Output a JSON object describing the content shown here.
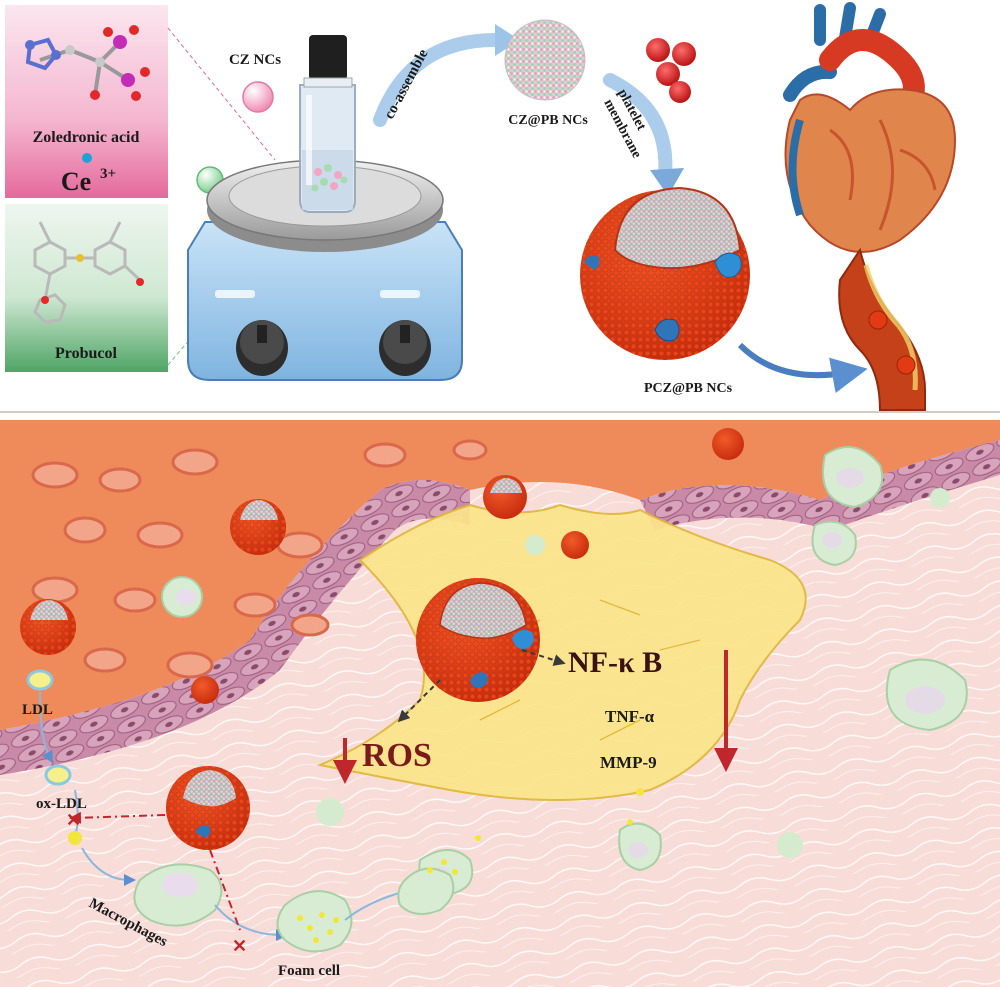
{
  "top_panel": {
    "compound_1": "Zoledronic acid",
    "ion_symbol": "Ce",
    "ion_charge": "3+",
    "compound_2": "Probucol",
    "cz_label": "CZ NCs",
    "step_1": "co-assemble",
    "czpb_label": "CZ@PB NCs",
    "step_2_line1": "platelet",
    "step_2_line2": "membrane",
    "pczpb_label": "PCZ@PB NCs"
  },
  "bottom_panel": {
    "ldl": "LDL",
    "ox_ldl": "ox-LDL",
    "macrophages": "Macrophages",
    "foam_cell": "Foam cell",
    "ros": "ROS",
    "nfkb": "NF-κ B",
    "tnf": "TNF-α",
    "mmp": "MMP-9"
  },
  "colors": {
    "nanoparticle_shell": "#e23a14",
    "pink_panel": "#e879a6",
    "green_panel": "#5fae73",
    "tissue_pink": "#f6d6d2",
    "blood_orange": "#ef8a5a",
    "plaque_yellow": "#fbe58a",
    "arrow_red": "#c0272d",
    "arrow_blue": "#3f73b8"
  }
}
